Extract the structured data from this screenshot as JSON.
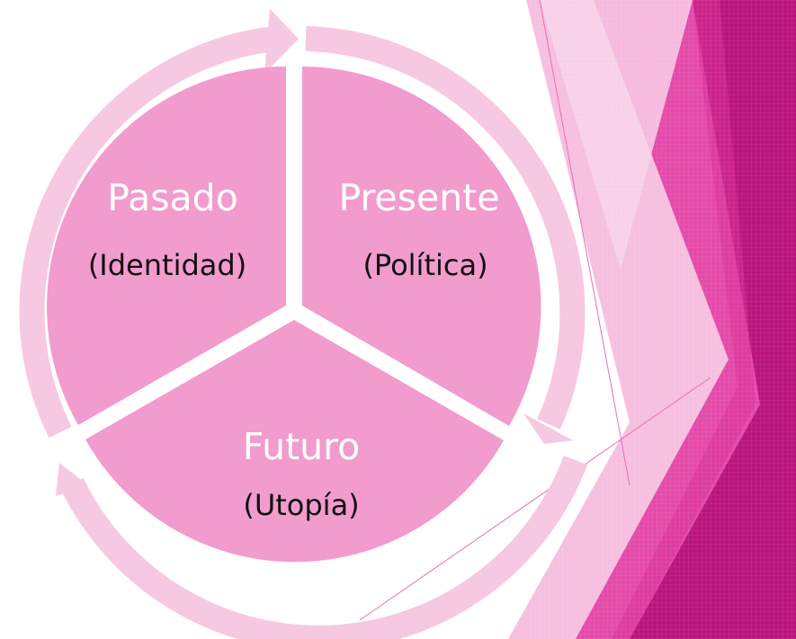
{
  "diagram": {
    "segments": [
      {
        "id": "pasado",
        "title": "Pasado",
        "subtitle": "(Identidad)"
      },
      {
        "id": "presente",
        "title": "Presente",
        "subtitle": "(Política)"
      },
      {
        "id": "futuro",
        "title": "Futuro",
        "subtitle": "(Utopía)"
      }
    ]
  },
  "colors": {
    "segment_fill": "#f29bcd",
    "cycle_ring": "#f7c8e2",
    "separator": "#ffffff",
    "title_text": "#ffffff",
    "subtitle_text": "#111111",
    "background": "#ffffff",
    "accent_dark": "#b9157a",
    "accent_mid": "#e44aa9",
    "accent_light": "#f6bfdf"
  }
}
